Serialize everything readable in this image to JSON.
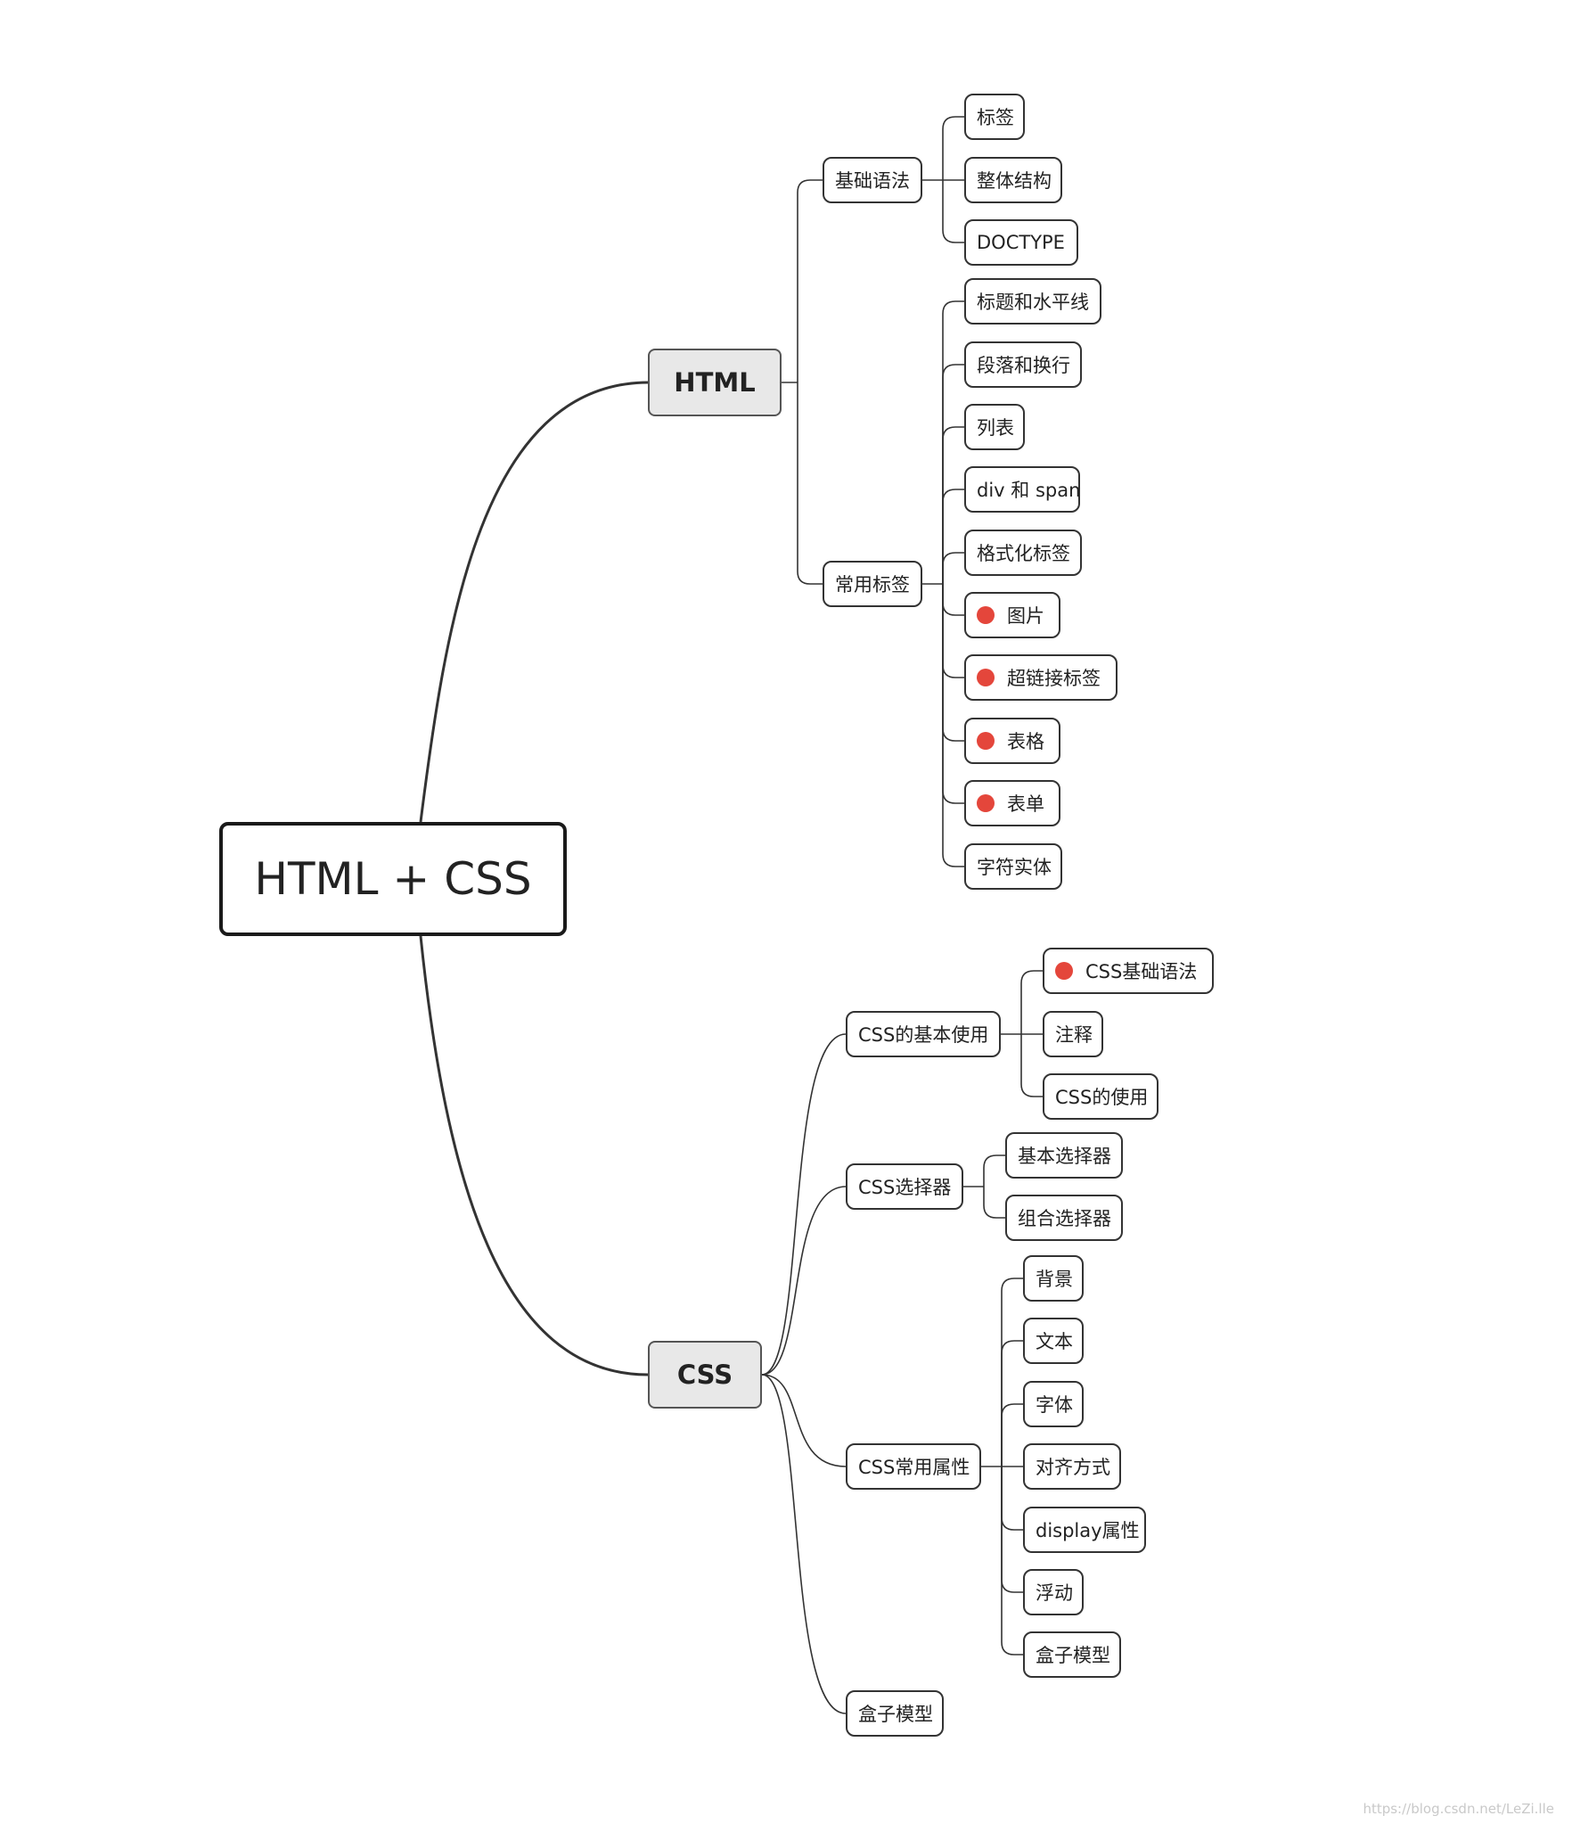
{
  "root": {
    "label": "HTML + CSS"
  },
  "branches": [
    {
      "label": "HTML",
      "children": [
        {
          "label": "基础语法",
          "children": [
            {
              "label": "标签"
            },
            {
              "label": "整体结构"
            },
            {
              "label": "DOCTYPE"
            }
          ]
        },
        {
          "label": "常用标签",
          "children": [
            {
              "label": "标题和水平线"
            },
            {
              "label": "段落和换行"
            },
            {
              "label": "列表"
            },
            {
              "label": "div 和 span"
            },
            {
              "label": "格式化标签"
            },
            {
              "label": "图片",
              "flag": "red-flag-icon"
            },
            {
              "label": "超链接标签",
              "flag": "red-flag-icon"
            },
            {
              "label": "表格",
              "flag": "red-flag-icon"
            },
            {
              "label": "表单",
              "flag": "red-flag-icon"
            },
            {
              "label": "字符实体"
            }
          ]
        }
      ]
    },
    {
      "label": "CSS",
      "children": [
        {
          "label": "CSS的基本使用",
          "children": [
            {
              "label": "CSS基础语法",
              "flag": "red-flag-icon"
            },
            {
              "label": "注释"
            },
            {
              "label": "CSS的使用"
            }
          ]
        },
        {
          "label": "CSS选择器",
          "children": [
            {
              "label": "基本选择器"
            },
            {
              "label": "组合选择器"
            }
          ]
        },
        {
          "label": "CSS常用属性",
          "children": [
            {
              "label": "背景"
            },
            {
              "label": "文本"
            },
            {
              "label": "字体"
            },
            {
              "label": "对齐方式"
            },
            {
              "label": "display属性"
            },
            {
              "label": "浮动"
            },
            {
              "label": "盒子模型"
            }
          ]
        },
        {
          "label": "盒子模型",
          "children": []
        }
      ]
    }
  ],
  "colors": {
    "flag": "#e4463b",
    "line": "#333333",
    "main_fill": "#e8e8e8"
  },
  "watermark": "https://blog.csdn.net/LeZi.lle"
}
